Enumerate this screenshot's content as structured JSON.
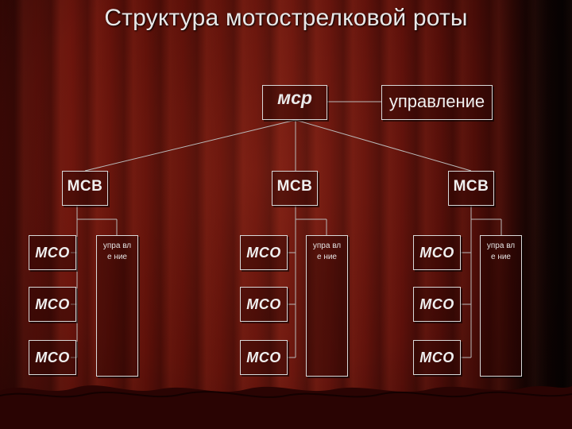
{
  "title": "Структура мотострелковой роты",
  "company": {
    "label": "мср"
  },
  "company_management": {
    "label": "управление"
  },
  "battalions": [
    {
      "label": "МСВ",
      "management_label": "упра вле ние",
      "squads": [
        "МСО",
        "МСО",
        "МСО"
      ]
    },
    {
      "label": "МСВ",
      "management_label": "упра вле ние",
      "squads": [
        "МСО",
        "МСО",
        "МСО"
      ]
    },
    {
      "label": "МСВ",
      "management_label": "упра вле ние",
      "squads": [
        "МСО",
        "МСО",
        "МСО"
      ]
    }
  ]
}
